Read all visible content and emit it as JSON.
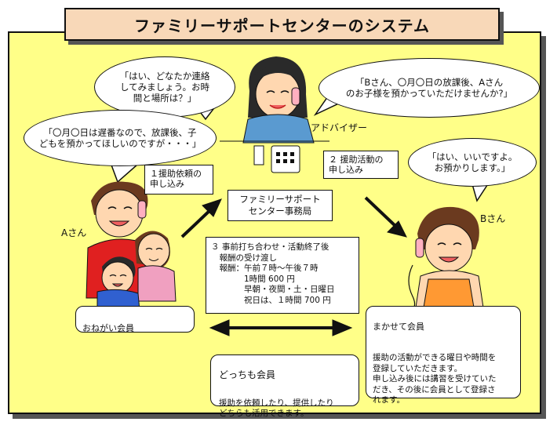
{
  "title": "ファミリーサポートセンターのシステム",
  "speech": {
    "advisor_left": "「はい、どなたか連絡\nしてみましょう。お時\n間と場所は？」",
    "advisor_right": "「Bさん、〇月〇日の放課後、Aさん\nのお子様を預かっていただけませんか?」",
    "a_request": "「〇月〇日は遅番なので、放課後、子\nどもを預かってほしいのですが・・・」",
    "b_reply": "「はい、いいですよ。\nお預かりします。」"
  },
  "labels": {
    "advisor": "アドバイザー",
    "a_san": "Aさん",
    "b_san": "Bさん"
  },
  "steps": {
    "step1": "１援助依頼の\n申し込み",
    "step2": "２ 援助活動の\n申し込み",
    "step3": "３ 事前打ち合わせ・活動終了後\n　報酬の受け渡し\n　報酬：午前７時～午後７時\n　　　　1時間 600 円\n　　　　早朝・夜間・土・日曜日\n　　　　祝日は、１時間 700 円"
  },
  "center_office": "ファミリーサポート\nセンター事務局",
  "members": {
    "onegai_title": "おねがい会員",
    "makasete_title": "まかせて会員",
    "makasete_desc": "援助の活動ができる曜日や時間を\n登録していただきます。\n申し込み後には講習を受けていた\nだき、その後に会員として登録さ\nれます。",
    "dotchimo_title": "どっちも会員",
    "dotchimo_desc": "援助を依頼したり、提供したり\nどちらも活用できます。"
  },
  "colors": {
    "panel": "#ffff88",
    "title_bg": "#f8d8b8",
    "skin": "#ffd7b0",
    "hair": "#6b3a1f",
    "red_shirt": "#e02020",
    "blue_shirt": "#3060d0",
    "pink": "#f0a0c0",
    "orange_apron": "#ff9933"
  }
}
